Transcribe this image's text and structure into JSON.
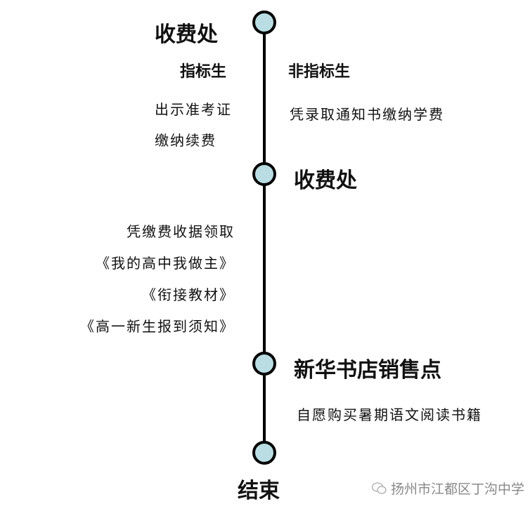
{
  "colors": {
    "node_fill": "#b9dde2",
    "line": "#000000"
  },
  "steps": [
    {
      "title": "收费处"
    },
    {
      "title": "收费处"
    },
    {
      "title": "新华书店销售点"
    },
    {
      "title": "结束"
    }
  ],
  "step1": {
    "left_heading": "指标生",
    "left_lines": [
      "出示准考证",
      "缴纳续费"
    ],
    "right_heading": "非指标生",
    "right_lines": [
      "凭录取通知书缴纳学费"
    ]
  },
  "step2": {
    "lines": [
      "凭缴费收据领取",
      "《我的高中我做主》",
      "《衔接教材》",
      "《高一新生报到须知》"
    ]
  },
  "step3": {
    "lines": [
      "自愿购买暑期语文阅读书籍"
    ]
  },
  "watermark": {
    "text": "扬州市江都区丁沟中学",
    "icon": "wechat-icon"
  }
}
